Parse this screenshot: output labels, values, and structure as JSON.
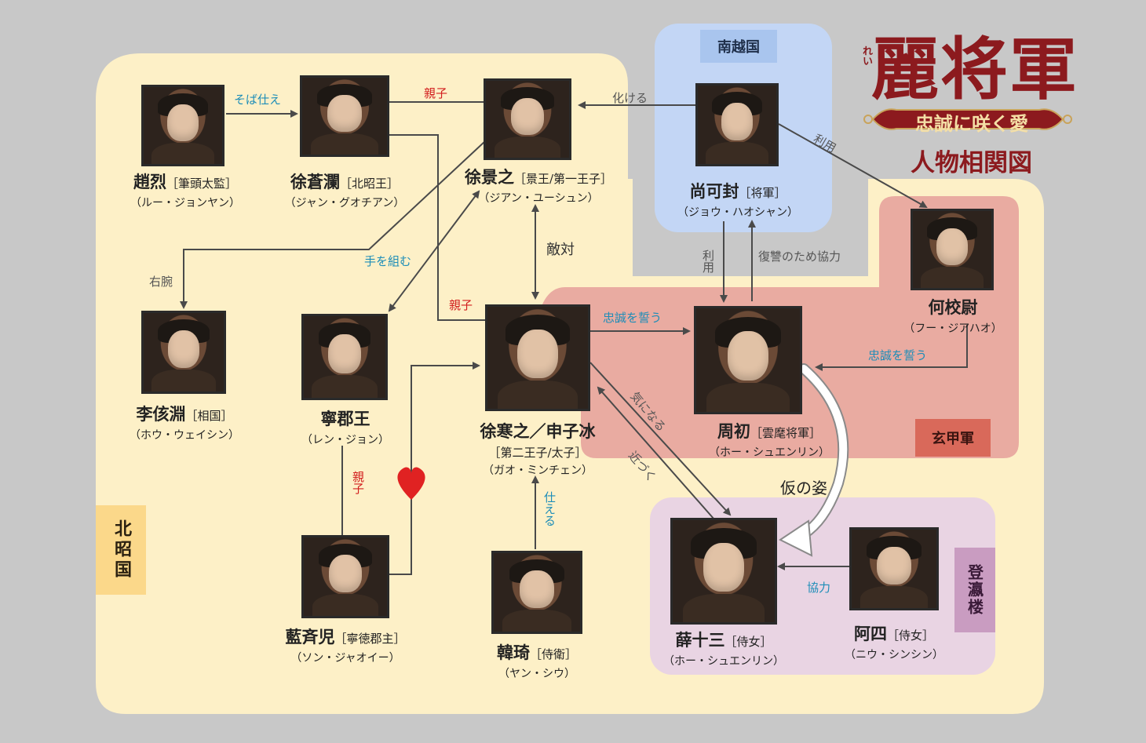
{
  "title": {
    "main": "麗将軍",
    "ruby": "れい",
    "subtitle": "忠誠に咲く愛",
    "chart_name": "人物相関図"
  },
  "regions": {
    "beishao": "北昭国",
    "nanyue": "南越国",
    "xuanjia": "玄甲軍",
    "dengying": "登瀛楼"
  },
  "characters": {
    "zhaolie": {
      "name": "趙烈",
      "role": "［筆頭太監］",
      "reading": "（ルー・ジョンヤン）"
    },
    "xucanglan": {
      "name": "徐蒼瀾",
      "role": "［北昭王］",
      "reading": "（ジャン・グオチアン）"
    },
    "xujingzhi": {
      "name": "徐景之",
      "role": "［景王/第一王子］",
      "reading": "（ジアン・ユーシュン）"
    },
    "shangkefeng": {
      "name": "尚可封",
      "role": "［将軍］",
      "reading": "（ジョウ・ハオシャン）"
    },
    "hexiaowei": {
      "name": "何校尉",
      "role": "",
      "reading": "（フー・ジアハオ）"
    },
    "lihaiyuan": {
      "name": "李侅淵",
      "role": "［相国］",
      "reading": "（ホウ・ウェイシン）"
    },
    "ningjunwang": {
      "name": "寧郡王",
      "role": "",
      "reading": "（レン・ジョン）"
    },
    "xuhanzhi": {
      "name": "徐寒之／申子冰",
      "role": "［第二王子/太子］",
      "reading": "（ガオ・ミンチェン）"
    },
    "zhouchu": {
      "name": "周初",
      "role": "［雲麾将軍］",
      "reading": "（ホー・シュエンリン）"
    },
    "lanqier": {
      "name": "藍斉児",
      "role": "［寧徳郡主］",
      "reading": "（ソン・ジャオイー）"
    },
    "hanqi": {
      "name": "韓琦",
      "role": "［侍衛］",
      "reading": "（ヤン・シウ）"
    },
    "xueshisan": {
      "name": "薛十三",
      "role": "［侍女］",
      "reading": "（ホー・シュエンリン）"
    },
    "asi": {
      "name": "阿四",
      "role": "［侍女］",
      "reading": "（ニウ・シンシン）"
    }
  },
  "relations": {
    "sobazukae": "そば仕え",
    "oyako1": "親子",
    "bakeru": "化ける",
    "riyou1": "利用",
    "migiude": "右腕",
    "tewokumu": "手を組む",
    "tekitai": "敵対",
    "oyako2": "親子",
    "chuseiwochikau1": "忠誠を誓う",
    "riyou2": "利用",
    "fukushu": "復讐のため協力",
    "chuseiwochikau2": "忠誠を誓う",
    "kininaru": "気になる",
    "chikazuku": "近づく",
    "karinosugata": "仮の姿",
    "oyako3": "親子",
    "tsukaeru": "仕える",
    "kyoryoku": "協力"
  },
  "colors": {
    "beishao_bg": "#fdf0c7",
    "nanyue_bg": "#c3d6f5",
    "xuanjia_bg": "#e9aba1",
    "dengying_bg": "#e9d4e3",
    "title_red": "#8c1a1e",
    "relation_teal": "#1d8db8",
    "relation_red": "#d21e1e",
    "relation_gray": "#555555"
  }
}
